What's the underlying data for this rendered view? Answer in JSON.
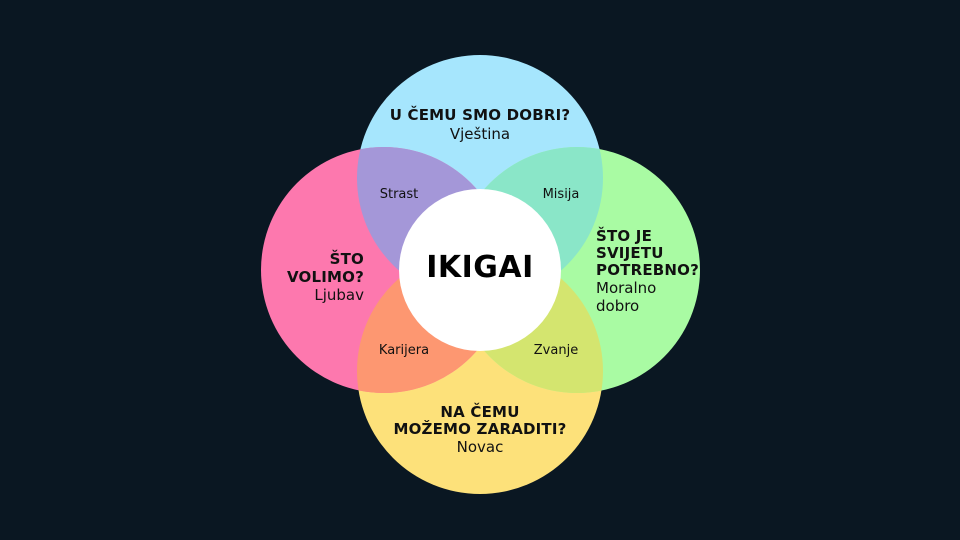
{
  "diagram": {
    "type": "venn",
    "title": "IKIGAI",
    "background": "#0a1722",
    "circles": [
      {
        "id": "top",
        "question": "U ČEMU SMO DOBRI?",
        "answer": "Vještina",
        "color": "#a6e6fd"
      },
      {
        "id": "left",
        "question_line1": "ŠTO",
        "question_line2": "VOLIMO?",
        "answer": "Ljubav",
        "color": "#fd78ae"
      },
      {
        "id": "right",
        "question_line1": "ŠTO JE",
        "question_line2": "SVIJETU",
        "question_line3": "POTREBNO?",
        "answer_line1": "Moralno",
        "answer_line2": "dobro",
        "color": "#a9fba3"
      },
      {
        "id": "bottom",
        "question_line1": "NA ČEMU",
        "question_line2": "MOŽEMO ZARADITI?",
        "answer": "Novac",
        "color": "#fde17a"
      }
    ],
    "overlaps": [
      {
        "id": "top-left",
        "label": "Strast",
        "color": "#a497d8"
      },
      {
        "id": "top-right",
        "label": "Misija",
        "color": "#8ae6c8"
      },
      {
        "id": "bottom-left",
        "label": "Karijera",
        "color": "#fd9771"
      },
      {
        "id": "bottom-right",
        "label": "Zvanje",
        "color": "#d4e56f"
      }
    ],
    "center": {
      "label": "IKIGAI",
      "color": "#ffffff"
    }
  }
}
